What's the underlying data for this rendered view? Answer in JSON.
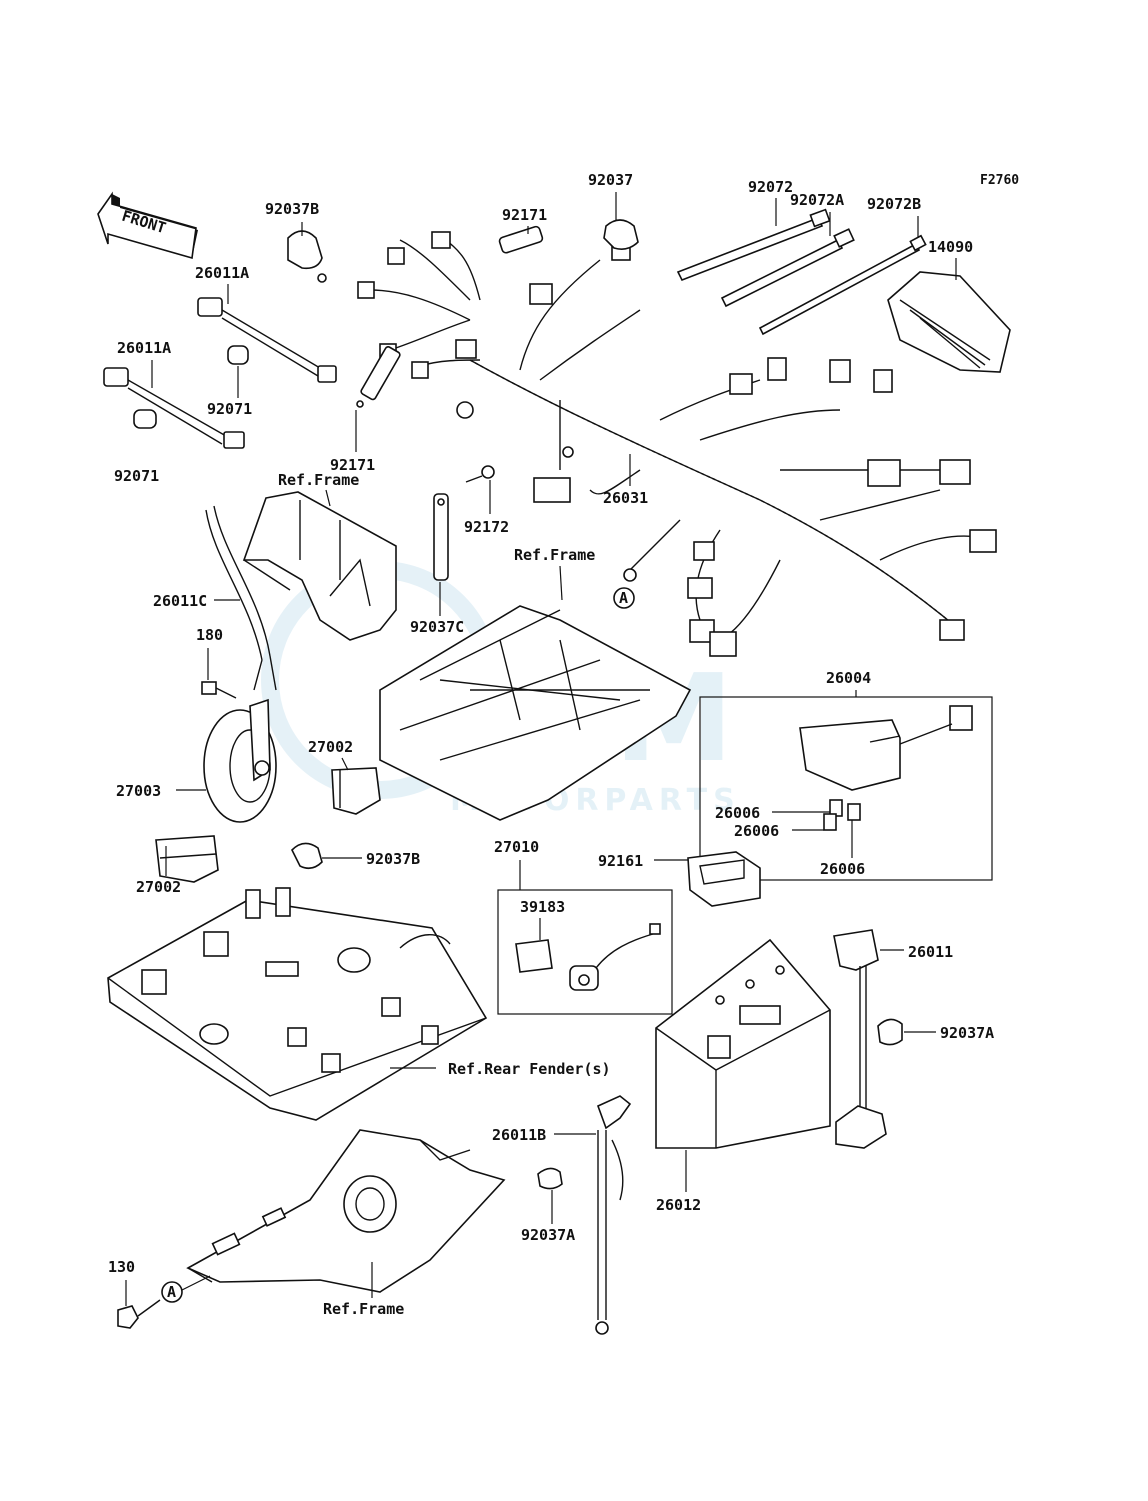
{
  "figure_code": "F2760",
  "front_label": "FRONT",
  "watermark": {
    "main": "OEM",
    "sub": "MOTORPARTS",
    "color": "#bfe0ee"
  },
  "labels": {
    "p92037B_top": "92037B",
    "p26011A_top": "26011A",
    "p26011A_mid": "26011A",
    "p92071_a": "92071",
    "p92071_b": "92071",
    "p92171_top": "92171",
    "p92037": "92037",
    "p92072": "92072",
    "p92072A": "92072A",
    "p92072B": "92072B",
    "p14090": "14090",
    "p92171_mid": "92171",
    "p26031": "26031",
    "p92172": "92172",
    "p92037C": "92037C",
    "p26011C": "26011C",
    "p180": "180",
    "p27003": "27003",
    "p27002_a": "27002",
    "p27002_b": "27002",
    "p92037B_mid": "92037B",
    "p26004": "26004",
    "p26006_a": "26006",
    "p26006_b": "26006",
    "p26006_c": "26006",
    "p27010": "27010",
    "p92161": "92161",
    "p39183": "39183",
    "p26011": "26011",
    "p92037A_right": "92037A",
    "p26011B": "26011B",
    "p92037A_low": "92037A",
    "p26012": "26012",
    "p130": "130"
  },
  "refs": {
    "frame_1": "Ref.Frame",
    "frame_2": "Ref.Frame",
    "frame_3": "Ref.Frame",
    "rear_fender": "Ref.Rear Fender(s)"
  },
  "callouts": {
    "a1": "A",
    "a2": "A"
  }
}
